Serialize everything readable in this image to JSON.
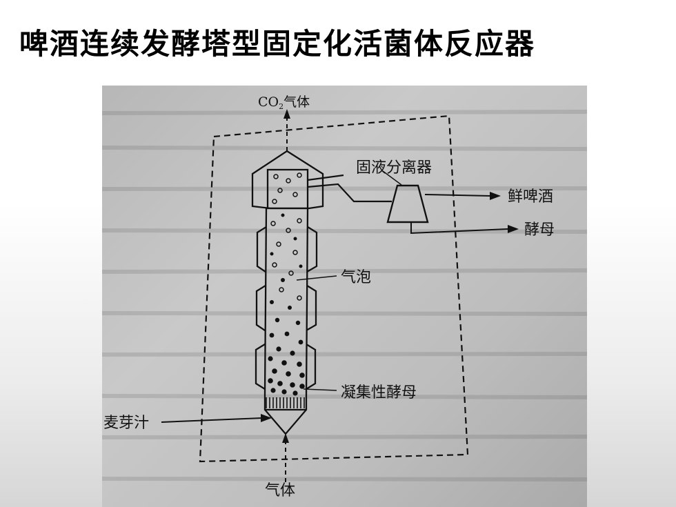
{
  "slide": {
    "title": "啤酒连续发酵塔型固定化活菌体反应器"
  },
  "diagram": {
    "labels": {
      "co2_gas": "CO",
      "co2_subscript": "2",
      "co2_suffix": "气体",
      "separator": "固液分离器",
      "fresh_beer": "鲜啤酒",
      "yeast": "酵母",
      "bubbles": "气泡",
      "flocculent_yeast": "凝集性酵母",
      "wort": "麦芽汁",
      "gas_inlet": "气体"
    }
  }
}
